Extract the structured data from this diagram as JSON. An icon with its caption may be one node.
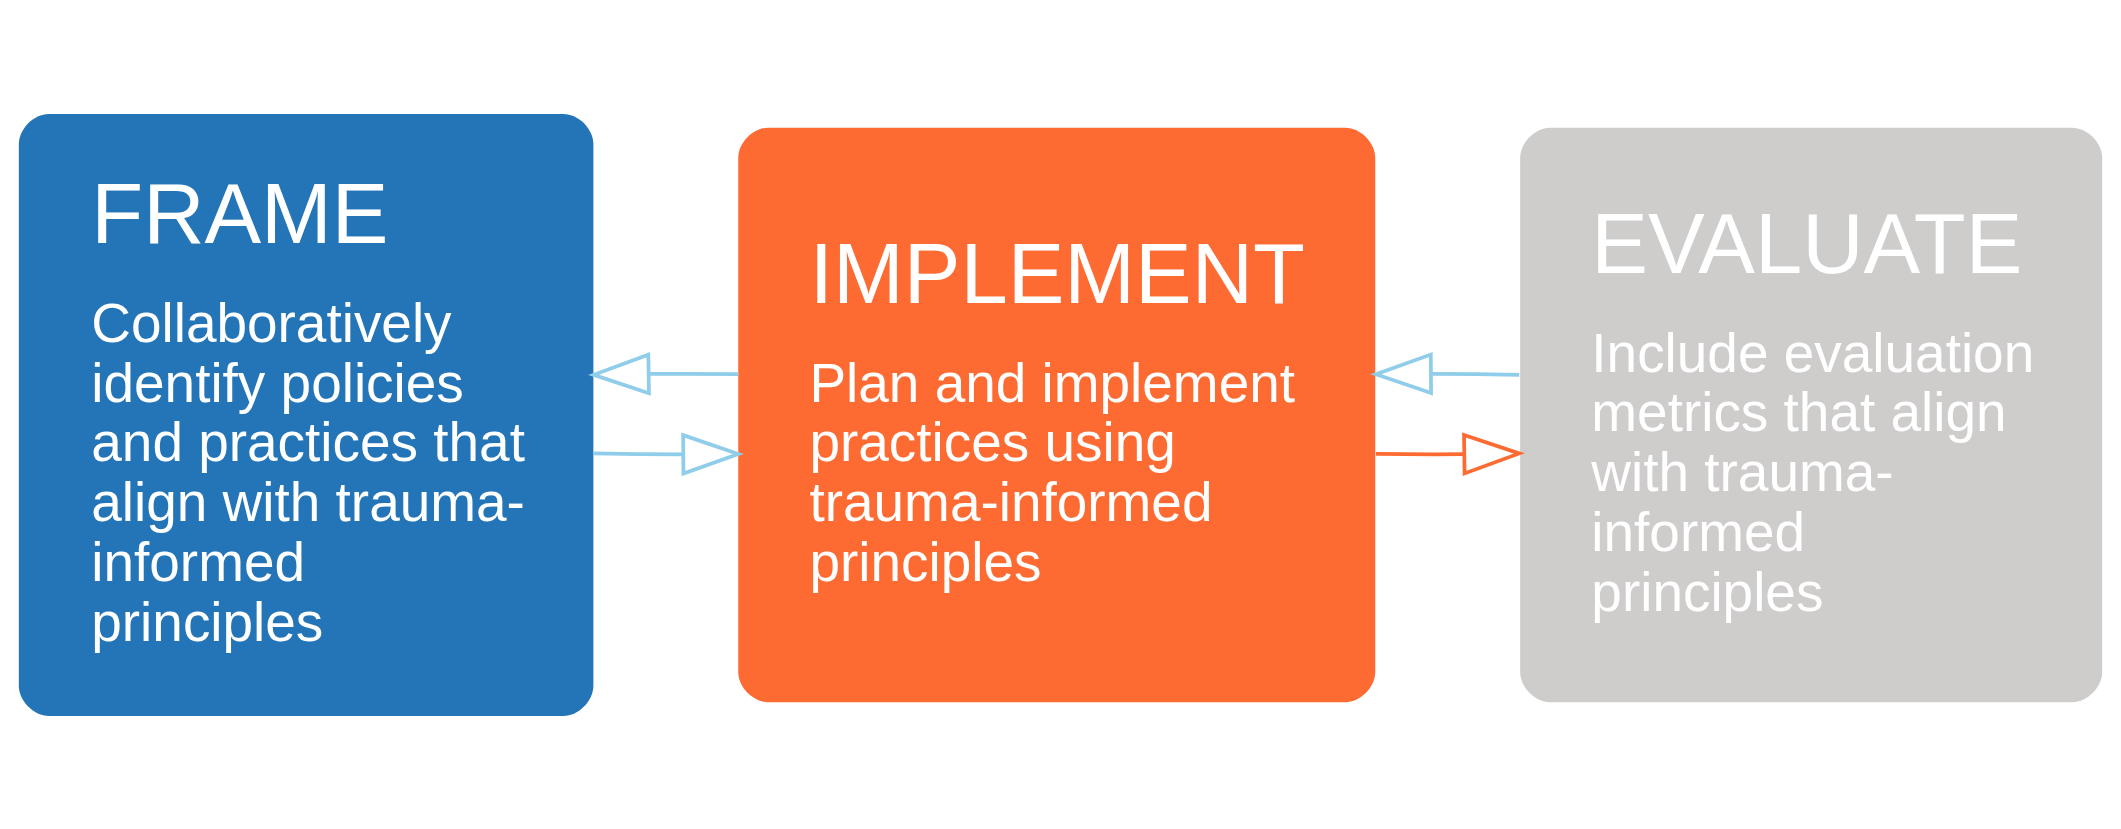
{
  "diagram": {
    "nodes": [
      {
        "text": [
          "FRAME",
          "Collaboratively identify policies and practices that align with trauma-informed principles"
        ]
      },
      {
        "text": [
          "IMPLEMENT",
          "Plan and implement practices using trauma-informed principles"
        ]
      },
      {
        "text": [
          "EVALUATE",
          "Include evaluation metrics that align with trauma-informed principles"
        ]
      }
    ],
    "edges": [
      {
        "from": 0,
        "to": 1,
        "arrow": "to"
      },
      {
        "from": 1,
        "to": 2,
        "arrow": "to",
        "color": "#fd6a32"
      },
      {
        "from": 1,
        "to": 0,
        "arrow": "to"
      },
      {
        "from": 2,
        "to": 1,
        "arrow": "to"
      }
    ]
  }
}
